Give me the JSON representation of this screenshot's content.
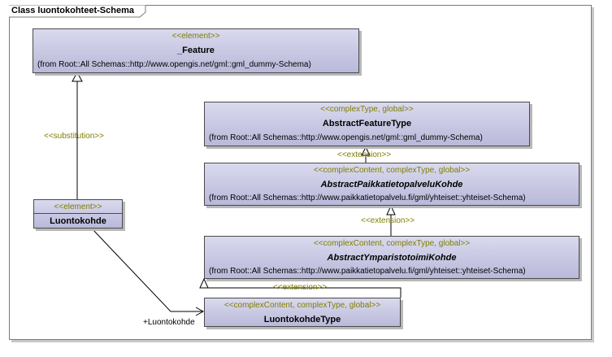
{
  "frame": {
    "title": "Class luontokohteet-Schema"
  },
  "classes": {
    "feature": {
      "stereotype": "<<element>>",
      "name": "_Feature",
      "origin": "(from Root::All Schemas::http://www.opengis.net/gml::gml_dummy-Schema)"
    },
    "abstract_feature_type": {
      "stereotype": "<<complexType, global>>",
      "name": "AbstractFeatureType",
      "origin": "(from Root::All Schemas::http://www.opengis.net/gml::gml_dummy-Schema)"
    },
    "abstract_paikkatietopalvelu_kohde": {
      "stereotype": "<<complexContent, complexType, global>>",
      "name": "AbstractPaikkatietopalveluKohde",
      "origin": "(from Root::All Schemas::http://www.paikkatietopalvelu.fi/gml/yhteiset::yhteiset-Schema)"
    },
    "abstract_ymparistotoimi_kohde": {
      "stereotype": "<<complexContent, complexType, global>>",
      "name": "AbstractYmparistotoimiKohde",
      "origin": "(from Root::All Schemas::http://www.paikkatietopalvelu.fi/gml/yhteiset::yhteiset-Schema)"
    },
    "luontokohde": {
      "stereotype": "<<element>>",
      "name": "Luontokohde"
    },
    "luontokohde_type": {
      "stereotype": "<<complexContent, complexType, global>>",
      "name": "LuontokohdeType"
    }
  },
  "relations": {
    "substitution": "<<substitution>>",
    "extension_1": "<<extension>>",
    "extension_2": "<<extension>>",
    "extension_3": "<<extension>>",
    "association_role": "+Luontokohde"
  },
  "colors": {
    "stereotype": "#807d00",
    "class_fill_top": "#d9d9ee",
    "class_fill_bottom": "#b9b9da",
    "line": "#000000"
  }
}
